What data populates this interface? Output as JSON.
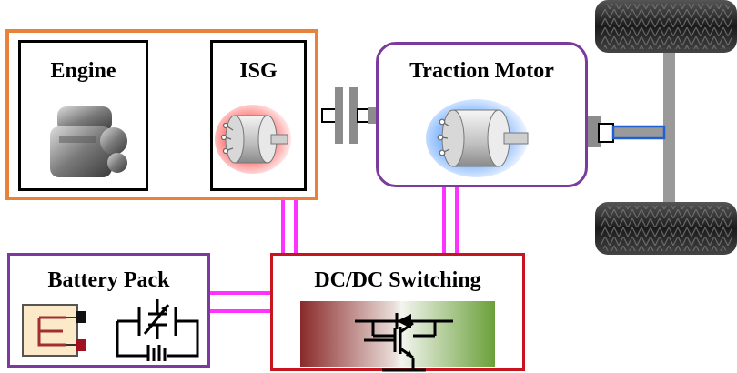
{
  "components": {
    "engine": {
      "label": "Engine",
      "icon": "engine-icon"
    },
    "isg": {
      "label": "ISG",
      "icon": "motor-icon",
      "glow_color": "#ff6a6a"
    },
    "traction_motor": {
      "label": "Traction Motor",
      "icon": "motor-icon",
      "glow_color": "#6aa8ff"
    },
    "battery_pack": {
      "label": "Battery Pack",
      "icons": [
        "battery-cell-icon",
        "battery-circuit-icon"
      ]
    },
    "dc_dc": {
      "label": "DC/DC Switching",
      "icon": "igbt-switch-icon",
      "gradient": [
        "#8a2a2a",
        "#ffffff",
        "#6aa03a"
      ]
    },
    "wheels": {
      "icon": "tire-icon"
    }
  },
  "colors": {
    "engine_group_border": "#e8823a",
    "traction_border": "#7a3a9e",
    "battery_border": "#7a3a9e",
    "dcdc_border": "#c8141e",
    "electrical_link": "#ff33ff",
    "mechanical_shaft": "#8c8c8c",
    "axle_link": "#2060d0"
  }
}
